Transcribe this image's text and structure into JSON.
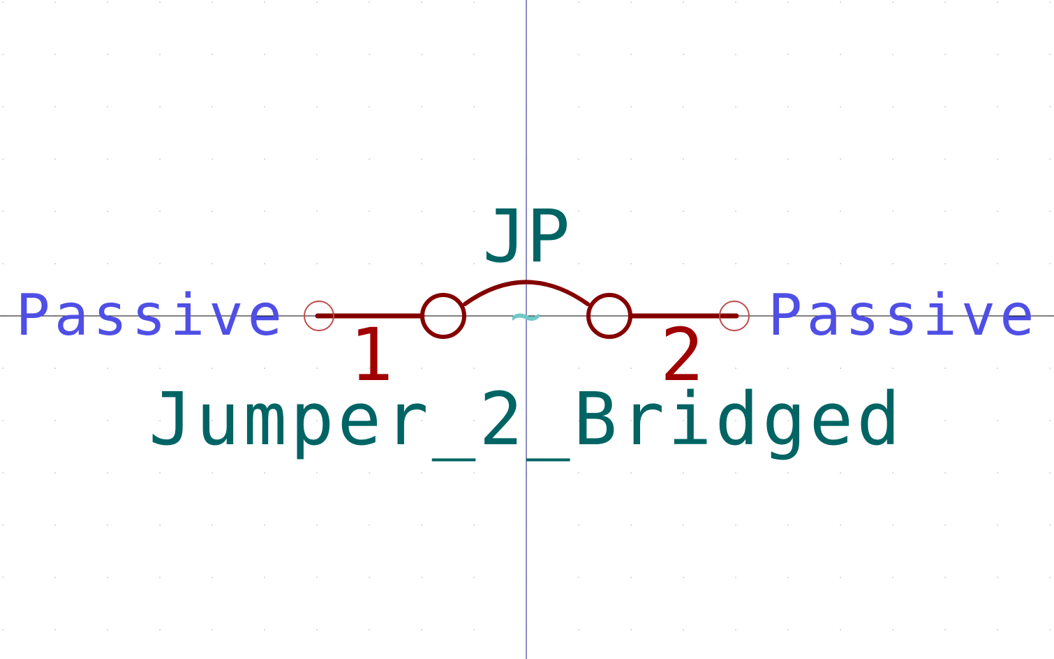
{
  "symbol": {
    "reference": "JP",
    "value": "Jumper_2_Bridged",
    "pin_left": {
      "number": "1",
      "type": "Passive"
    },
    "pin_right": {
      "number": "2",
      "type": "Passive"
    },
    "center_mark": "~"
  },
  "colors": {
    "background": "#ffffff",
    "grid_dot": "#9a9a9a",
    "crosshair": "#1a1a8c",
    "axis_line": "#000000",
    "body": "#840000",
    "pin_number": "#a00000",
    "pin_type": "#4f4fe6",
    "reference": "#006464",
    "value": "#006464",
    "center_mark": "#6fc8c8",
    "pin_end": "#c04a4a"
  }
}
